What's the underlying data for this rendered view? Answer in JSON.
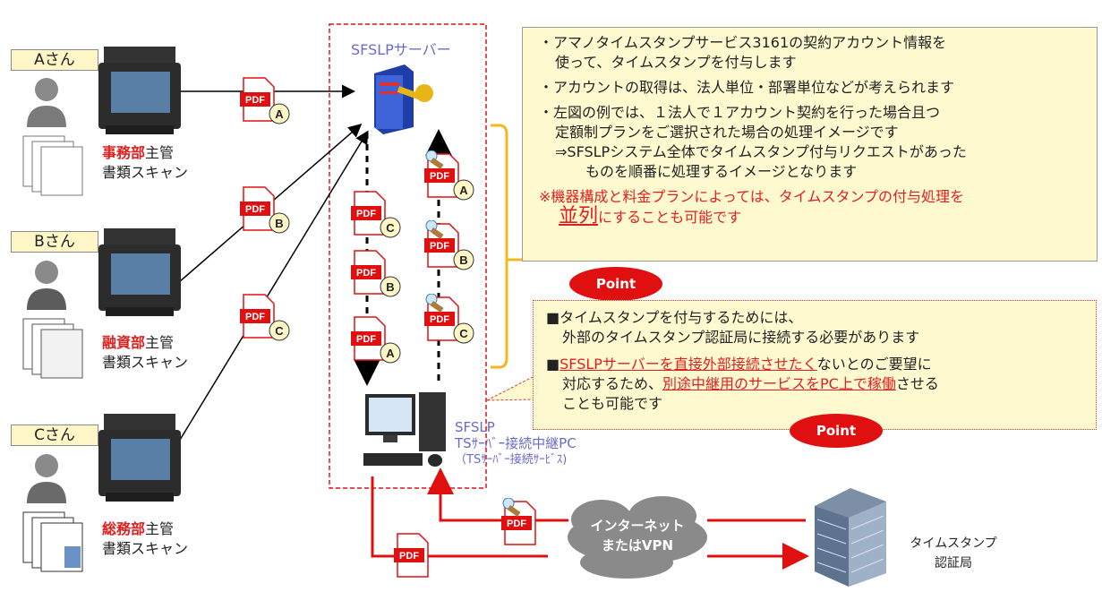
{
  "users": [
    {
      "name": "Aさん",
      "dept": "事務部",
      "dept_suffix": "主管",
      "action": "書類スキャン",
      "file": "A"
    },
    {
      "name": "Bさん",
      "dept": "融資部",
      "dept_suffix": "主管",
      "action": "書類スキャン",
      "file": "B"
    },
    {
      "name": "Cさん",
      "dept": "総務部",
      "dept_suffix": "主管",
      "action": "書類スキャン",
      "file": "C"
    }
  ],
  "server": {
    "title": "SFSLPサーバー"
  },
  "pdf_label": "PDF",
  "queue_left": [
    "C",
    "B",
    "A"
  ],
  "queue_right": [
    "A",
    "B",
    "C"
  ],
  "relay_pc": {
    "line1": "SFSLP",
    "line2": "TSｻｰﾊﾞｰ接続中継PC",
    "line3": "（TSｻｰﾊﾞｰ接続ｻｰﾋﾞｽ)"
  },
  "cloud": {
    "line1": "インターネット",
    "line2": "またはVPN"
  },
  "tsa": {
    "line1": "タイムスタンプ",
    "line2": "認証局"
  },
  "note1": {
    "b1_l1": "・アマノタイムスタンプサービス3161の契約アカウント情報を",
    "b1_l2": "使って、タイムスタンプを付与します",
    "b2": "・アカウントの取得は、法人単位・部署単位などが考えられます",
    "b3_l1": "・左図の例では、１法人で１アカウント契約を行った場合且つ",
    "b3_l2": "定額制プランをご選択された場合の処理イメージです",
    "b3_l3": "⇒SFSLPシステム全体でタイムスタンプ付与リクエストがあった",
    "b3_l4": "ものを順番に処理するイメージとなります",
    "red_l1": "※機器構成と料金プランによっては、タイムスタンプの付与処理を",
    "red_big": "並列",
    "red_l2": "にすることも可能です"
  },
  "note2": {
    "p1_l1": "■タイムスタンプを付与するためには、",
    "p1_l2": "外部のタイムスタンプ認証局に接続する必要があります",
    "p2_prefix": "■",
    "p2_red": "SFSLPサーバーを直接外部接続させたく",
    "p2_rest": "ないとのご要望に",
    "p2_l2_pre": "対応するため、",
    "p2_l2_red": "別途中継用のサービスをPC上で稼働",
    "p2_l2_post": "させる",
    "p2_l3": "ことも可能です"
  },
  "point_label": "Point",
  "colors": {
    "accent_red": "#e02020",
    "note_bg": "#fff9d0",
    "brace": "#f2b81e",
    "server_blue": "#6a6acc"
  }
}
